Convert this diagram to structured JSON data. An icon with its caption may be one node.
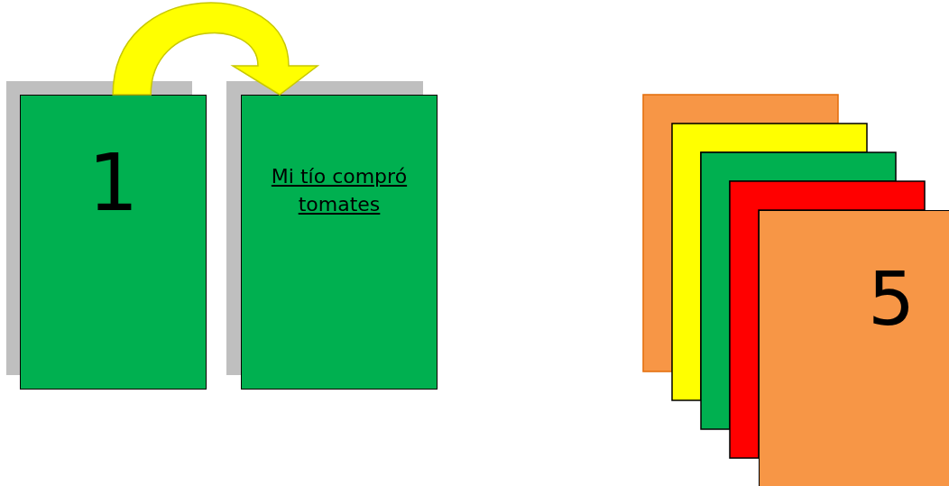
{
  "diagram": {
    "nodes": [
      {
        "text": [
          "1"
        ]
      },
      {
        "text": [
          "Mi tío compró tomates"
        ]
      },
      {
        "text": [],
        "shape": "box"
      },
      {
        "text": [],
        "shape": "box"
      },
      {
        "text": [],
        "shape": "box"
      },
      {
        "text": [],
        "shape": "box"
      },
      {
        "text": [
          "5"
        ]
      }
    ],
    "edges": [
      {
        "from": 0,
        "to": 1,
        "arrow": "to",
        "style": "thick",
        "color": "#ffff00"
      }
    ]
  }
}
